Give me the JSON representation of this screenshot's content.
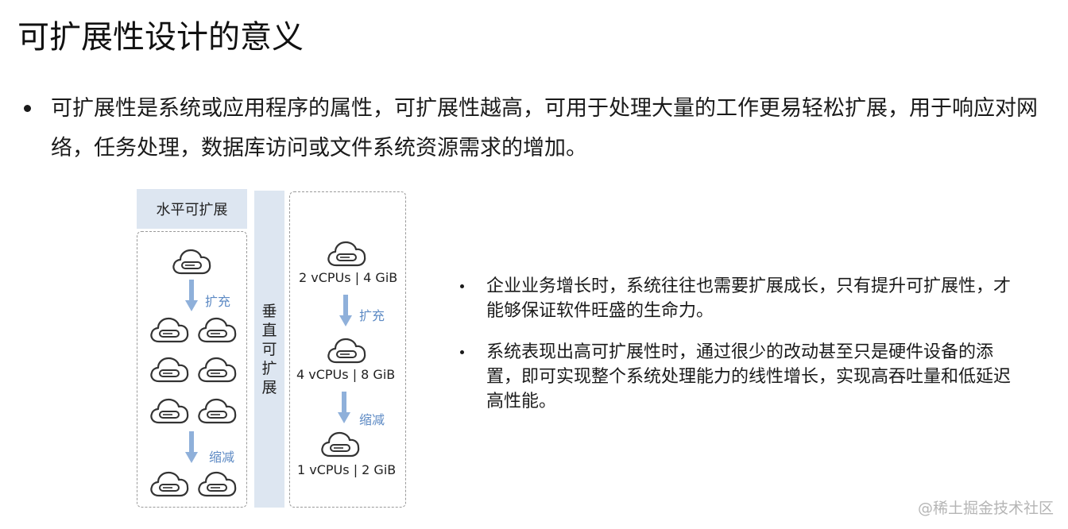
{
  "title": "可扩展性设计的意义",
  "intro": "可扩展性是系统或应用程序的属性，可扩展性越高，可用于处理大量的工作更易轻松扩展，用于响应对网络，任务处理，数据库访问或文件系统资源需求的增加。",
  "diagram": {
    "horizontal_label": "水平可扩展",
    "vertical_label": "垂直可扩展",
    "horizontal_expand": "扩充",
    "horizontal_shrink": "缩减",
    "vertical_expand": "扩充",
    "vertical_shrink": "缩减",
    "spec_top": "2 vCPUs | 4 GiB",
    "spec_mid": "4 vCPUs | 8 GiB",
    "spec_bottom": "1 vCPUs | 2 GiB"
  },
  "points": [
    "企业业务增长时，系统往往也需要扩展成长，只有提升可扩展性，才能够保证软件旺盛的生命力。",
    "系统表现出高可扩展性时，通过很少的改动甚至只是硬件设备的添置，即可实现整个系统处理能力的线性增长，实现高吞吐量和低延迟高性能。"
  ],
  "watermark": "@稀土掘金技术社区",
  "colors": {
    "header_bg": "#dde6f1",
    "arrow": "#8fb0da",
    "arrow_text": "#5d8ac4"
  }
}
